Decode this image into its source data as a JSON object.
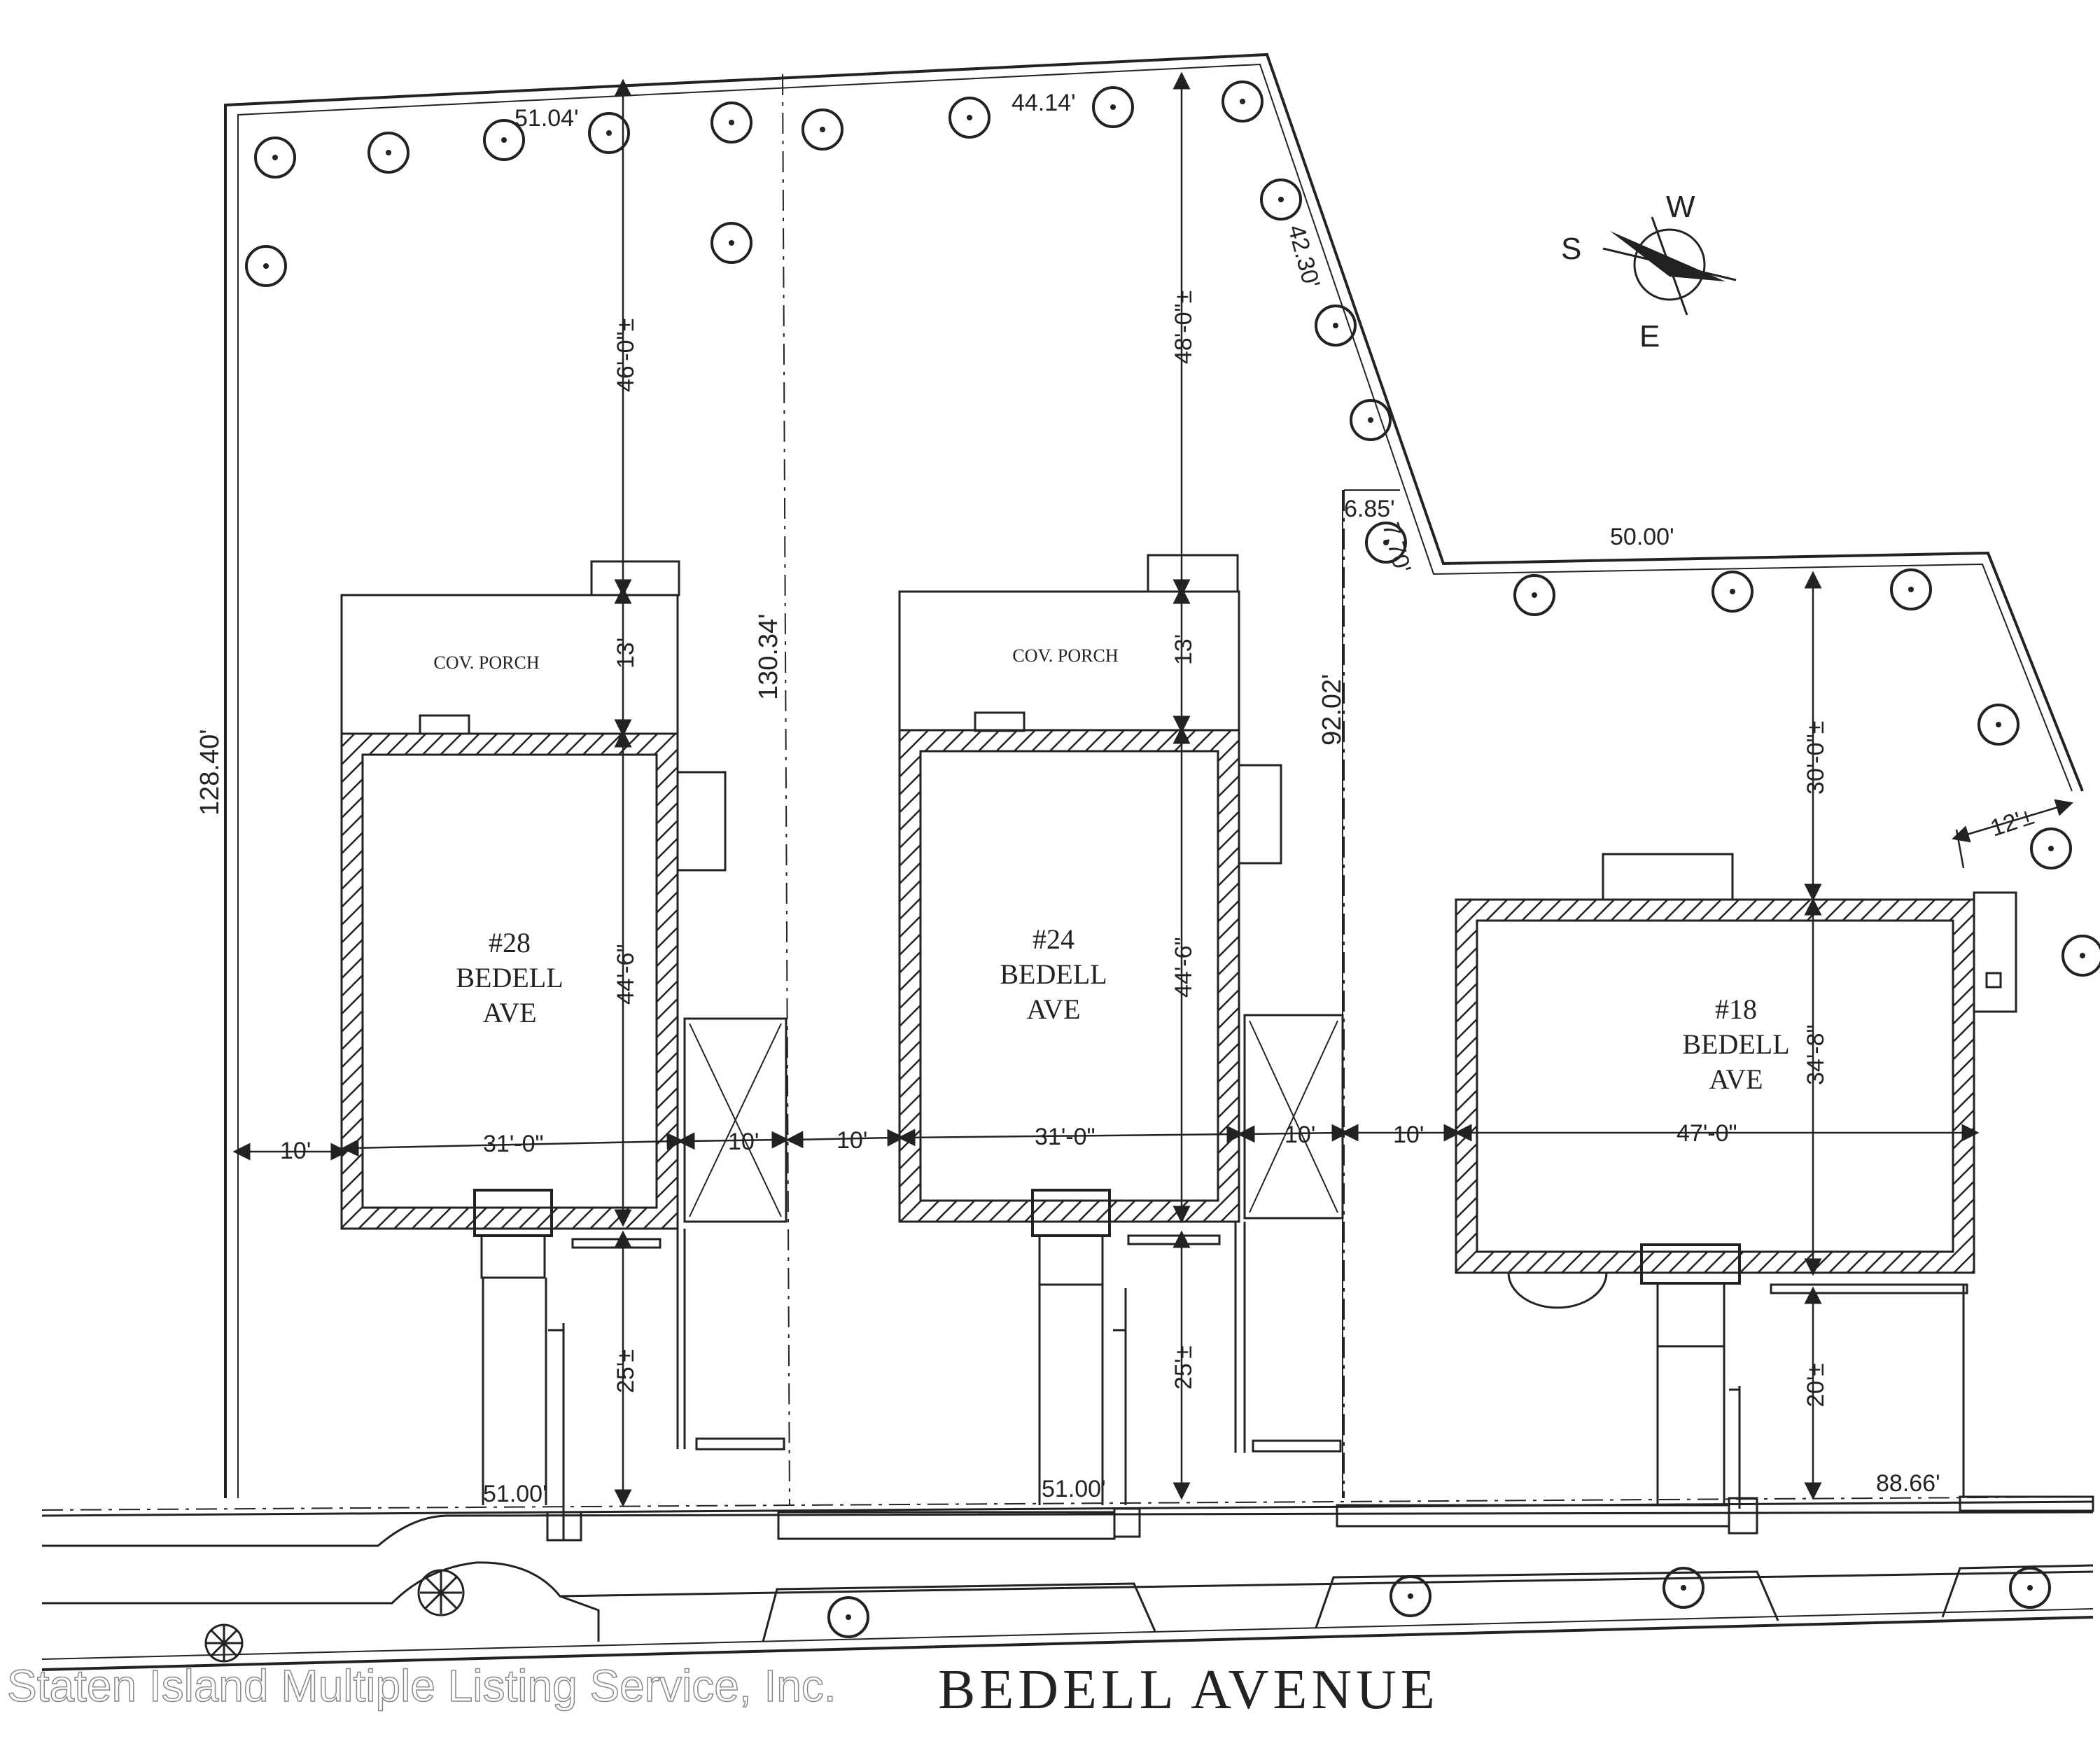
{
  "lots": [
    {
      "house": {
        "number": "#28",
        "line1": "BEDELL",
        "line2": "AVE"
      },
      "porch_label": "COV. PORCH",
      "rear_setback": "46'-0\"±",
      "porch_depth": "13'",
      "house_depth": "44'-6\"",
      "front_setback": "25'±",
      "house_width": "31'-0\"",
      "side_setback": "10'",
      "driveway_width": "10'",
      "frontage": "51.00'",
      "rear_line": "51.04'",
      "side_line": "128.40'"
    },
    {
      "house": {
        "number": "#24",
        "line1": "BEDELL",
        "line2": "AVE"
      },
      "porch_label": "COV. PORCH",
      "rear_setback": "48'-0\"±",
      "porch_depth": "13'",
      "house_depth": "44'-6\"",
      "front_setback": "25'±",
      "house_width": "31'-0\"",
      "side_setback": "10'",
      "driveway_width": "10'",
      "frontage": "51.00'",
      "rear_line": "44.14'",
      "side_line": "130.34'"
    },
    {
      "house": {
        "number": "#18",
        "line1": "BEDELL",
        "line2": "AVE"
      },
      "rear_setback": "30'-0\"±",
      "house_depth": "34'-8\"",
      "front_setback": "20'±",
      "house_width": "47'-0\"",
      "side_setback": "10'",
      "side_yard_right": "12'±",
      "frontage": "88.66'",
      "rear_line": "50.00'",
      "side_line": "92.02'"
    }
  ],
  "boundary": {
    "diagonal": "42.30'",
    "jog_a": "6.85'",
    "jog_b": "7.70'"
  },
  "compass": {
    "north_side": "W",
    "left": "S",
    "bottom": "E"
  },
  "street_name": "BEDELL AVENUE",
  "watermark": "Staten Island Multiple Listing Service, Inc.",
  "colors": {
    "ink": "#222222",
    "paper": "#ffffff",
    "watermark": "#888888"
  },
  "icons": [
    "tree-icon",
    "shrub-icon",
    "compass-icon",
    "stair-icon"
  ]
}
